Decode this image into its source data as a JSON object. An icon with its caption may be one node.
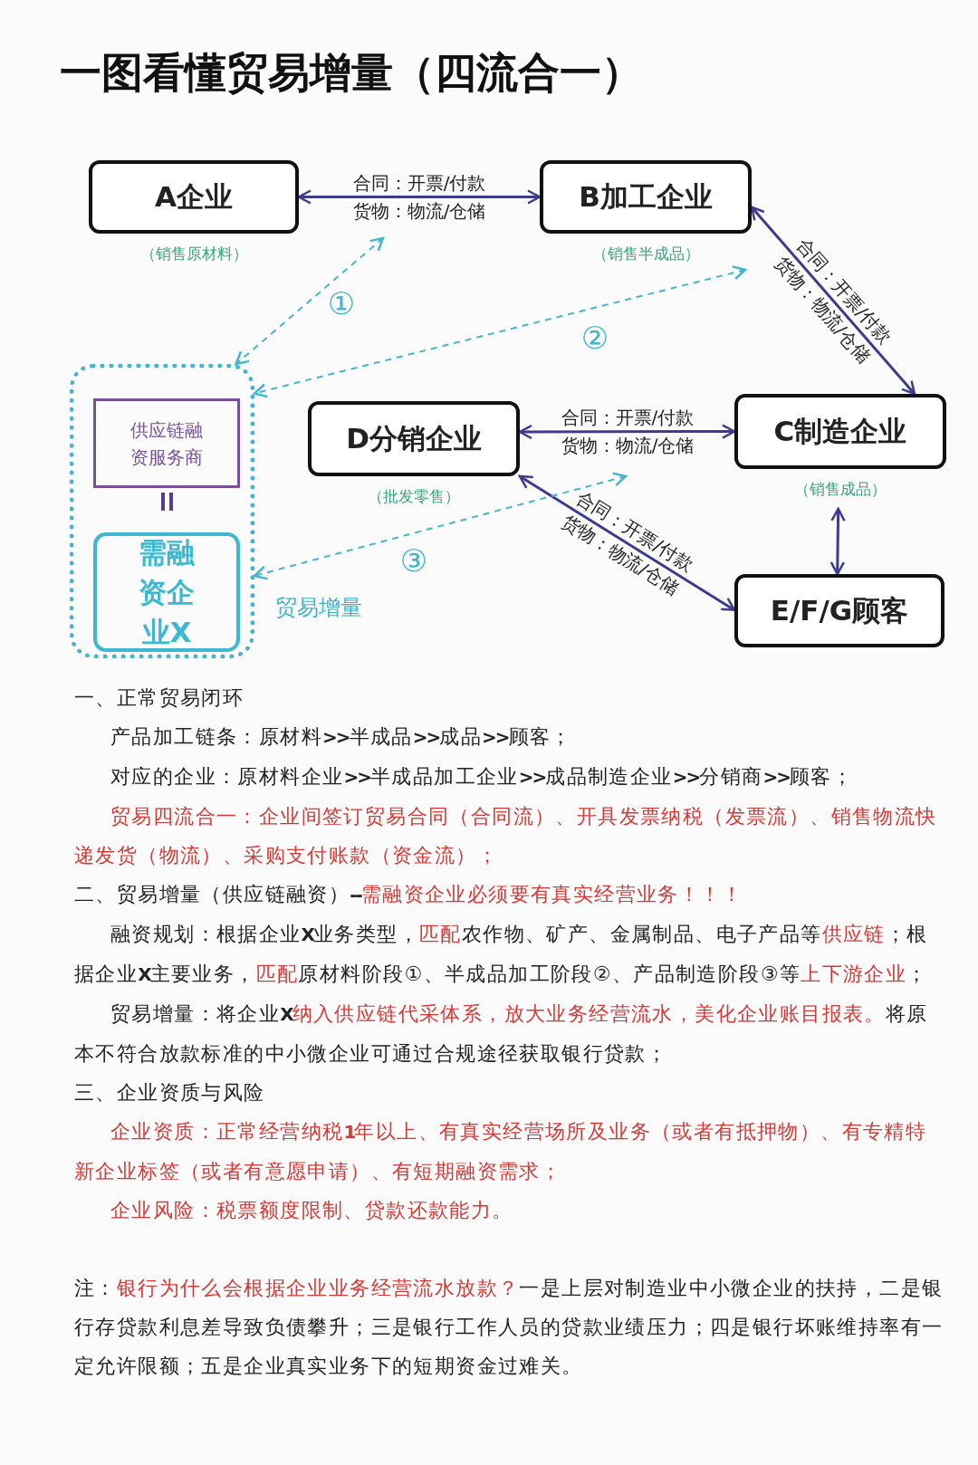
{
  "diagram": {
    "title": "一图看懂贸易增量（四流合一）",
    "nodes": [
      {
        "text": [
          "A企业"
        ],
        "beside": [
          "（销售原材料）"
        ]
      },
      {
        "text": [
          "B加工企业"
        ],
        "beside": [
          "（销售半成品）"
        ]
      },
      {
        "text": [],
        "shape": "box"
      },
      {
        "text": [
          "供应链融资服务商"
        ],
        "in": 2
      },
      {
        "text": [
          "需融资企业**X**"
        ],
        "in": 2
      },
      {
        "text": [
          "D分销企业"
        ],
        "beside": [
          "（批发零售）"
        ]
      },
      {
        "text": [
          "C制造企业"
        ],
        "beside": [
          "（销售成品）"
        ]
      },
      {
        "text": [
          "E/F/G顾客"
        ]
      }
    ],
    "edges": [
      {
        "from": 0,
        "to": 1,
        "arrow": "both",
        "label": "合同：开票/付款货物：物流/仓储"
      },
      {
        "from": 1,
        "to": 6,
        "arrow": "both",
        "label": "合同：开票/付款货物：物流/仓储"
      },
      {
        "from": 5,
        "to": 6,
        "arrow": "both",
        "label": "合同：开票/付款货物：物流/仓储"
      },
      {
        "from": 5,
        "to": 7,
        "arrow": "both",
        "label": "合同：开票/付款货物：物流/仓储"
      },
      {
        "from": 6,
        "to": 7,
        "arrow": "both"
      },
      {
        "from": null,
        "to": 2,
        "arrow": "both",
        "label": "①",
        "style": "dashed",
        "color": "#45b4cc"
      },
      {
        "from": 1,
        "to": 2,
        "arrow": "both",
        "label": "②",
        "style": "dashed",
        "color": "#45b4cc"
      },
      {
        "from": null,
        "to": 2,
        "arrow": "both",
        "label": "③",
        "style": "dashed",
        "color": "#45b4cc"
      }
    ],
    "labels": [
      "贸易增量",
      "一、正常贸易闭环",
      "产品加工链条：原材料**>>**半成品**>>**成品**>>**顾客；",
      "对应的企业：原材料企业**>>**半成品加工企业**>>**成品制造企业**>>**分销商**>>**顾客；",
      "贸易四流合一：企业间签订贸易合同（合同流）、开具发票纳税（发票流）、销售物流快递发货（物流）、采购支付账款（资金流）；",
      "二、贸易增量（供应链融资）**--**",
      "需融资企业必须要有真实经营业务！！！",
      "融资规划：根据企业**X**业务类型，",
      "匹配",
      "农作物、矿产、金属制品、电子产品等",
      "供应链",
      "；根据企业**X**主要业务，",
      "匹配",
      "原材料阶段①、半成品加工阶段②、产品制造阶段③等",
      "上下游企业",
      "；",
      "贸易增量：将企业**X**",
      "纳入供应链代采体系，放大业务经营流水，美化企业账目报表。",
      "将原本不符合放款标准的中小微企业可通过合规途径获取银行贷款；",
      "三、企业资质与风险",
      "企业资质：正常经营纳税**1**年以上、有真实经营场所及业务（或者有抵押物）、有专精特新企业标签（或者有意愿申请）、有短期融资需求；",
      "企业风险：税票额度限制、贷款还款能力。",
      "注：",
      "银行为什么会根据企业业务经营流水放款？",
      "一是上层对制造业中小微企业的扶持，二是银行存贷款利息差导致负债攀升；三是银行工作人员的贷款业绩压力；四是银行坏账维持率有一定允许限额；五是企业真实业务下的短期资金过难关。"
    ]
  }
}
